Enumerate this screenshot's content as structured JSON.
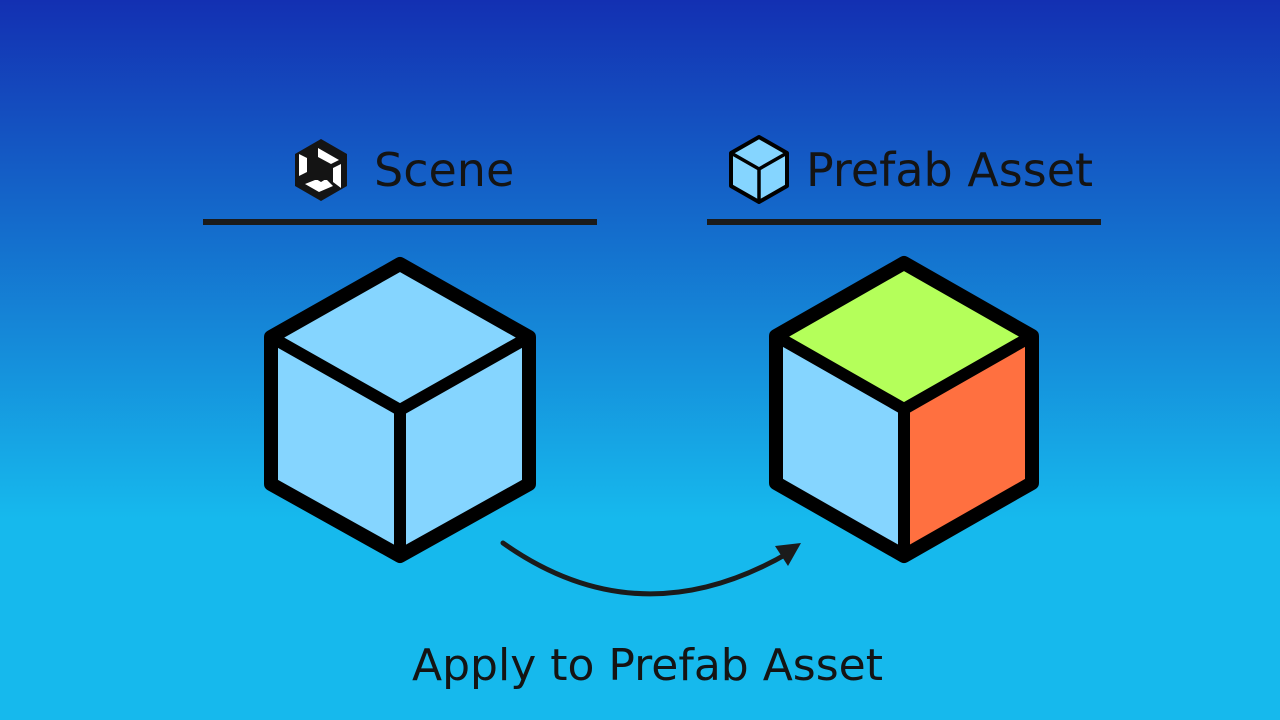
{
  "colors": {
    "background_top": "#1330b2",
    "background_bottom": "#16b9ed",
    "text": "#141414",
    "outline": "#000000",
    "cube_blue": "#85d5ff",
    "cube_green": "#b4ff5a",
    "cube_orange": "#ff7040",
    "divider": "#1b1b1b"
  },
  "diagram": {
    "left_heading": {
      "icon": "unity-logo-icon",
      "label": "Scene"
    },
    "right_heading": {
      "icon": "prefab-cube-icon",
      "label": "Prefab Asset"
    },
    "scene_cube": {
      "icon": "scene-cube",
      "top": "blue",
      "left": "blue",
      "right": "blue"
    },
    "prefab_cube": {
      "icon": "prefab-cube",
      "top": "green",
      "left": "blue",
      "right": "orange"
    },
    "arrow": {
      "icon": "curved-arrow-icon"
    },
    "caption": "Apply to Prefab Asset"
  }
}
